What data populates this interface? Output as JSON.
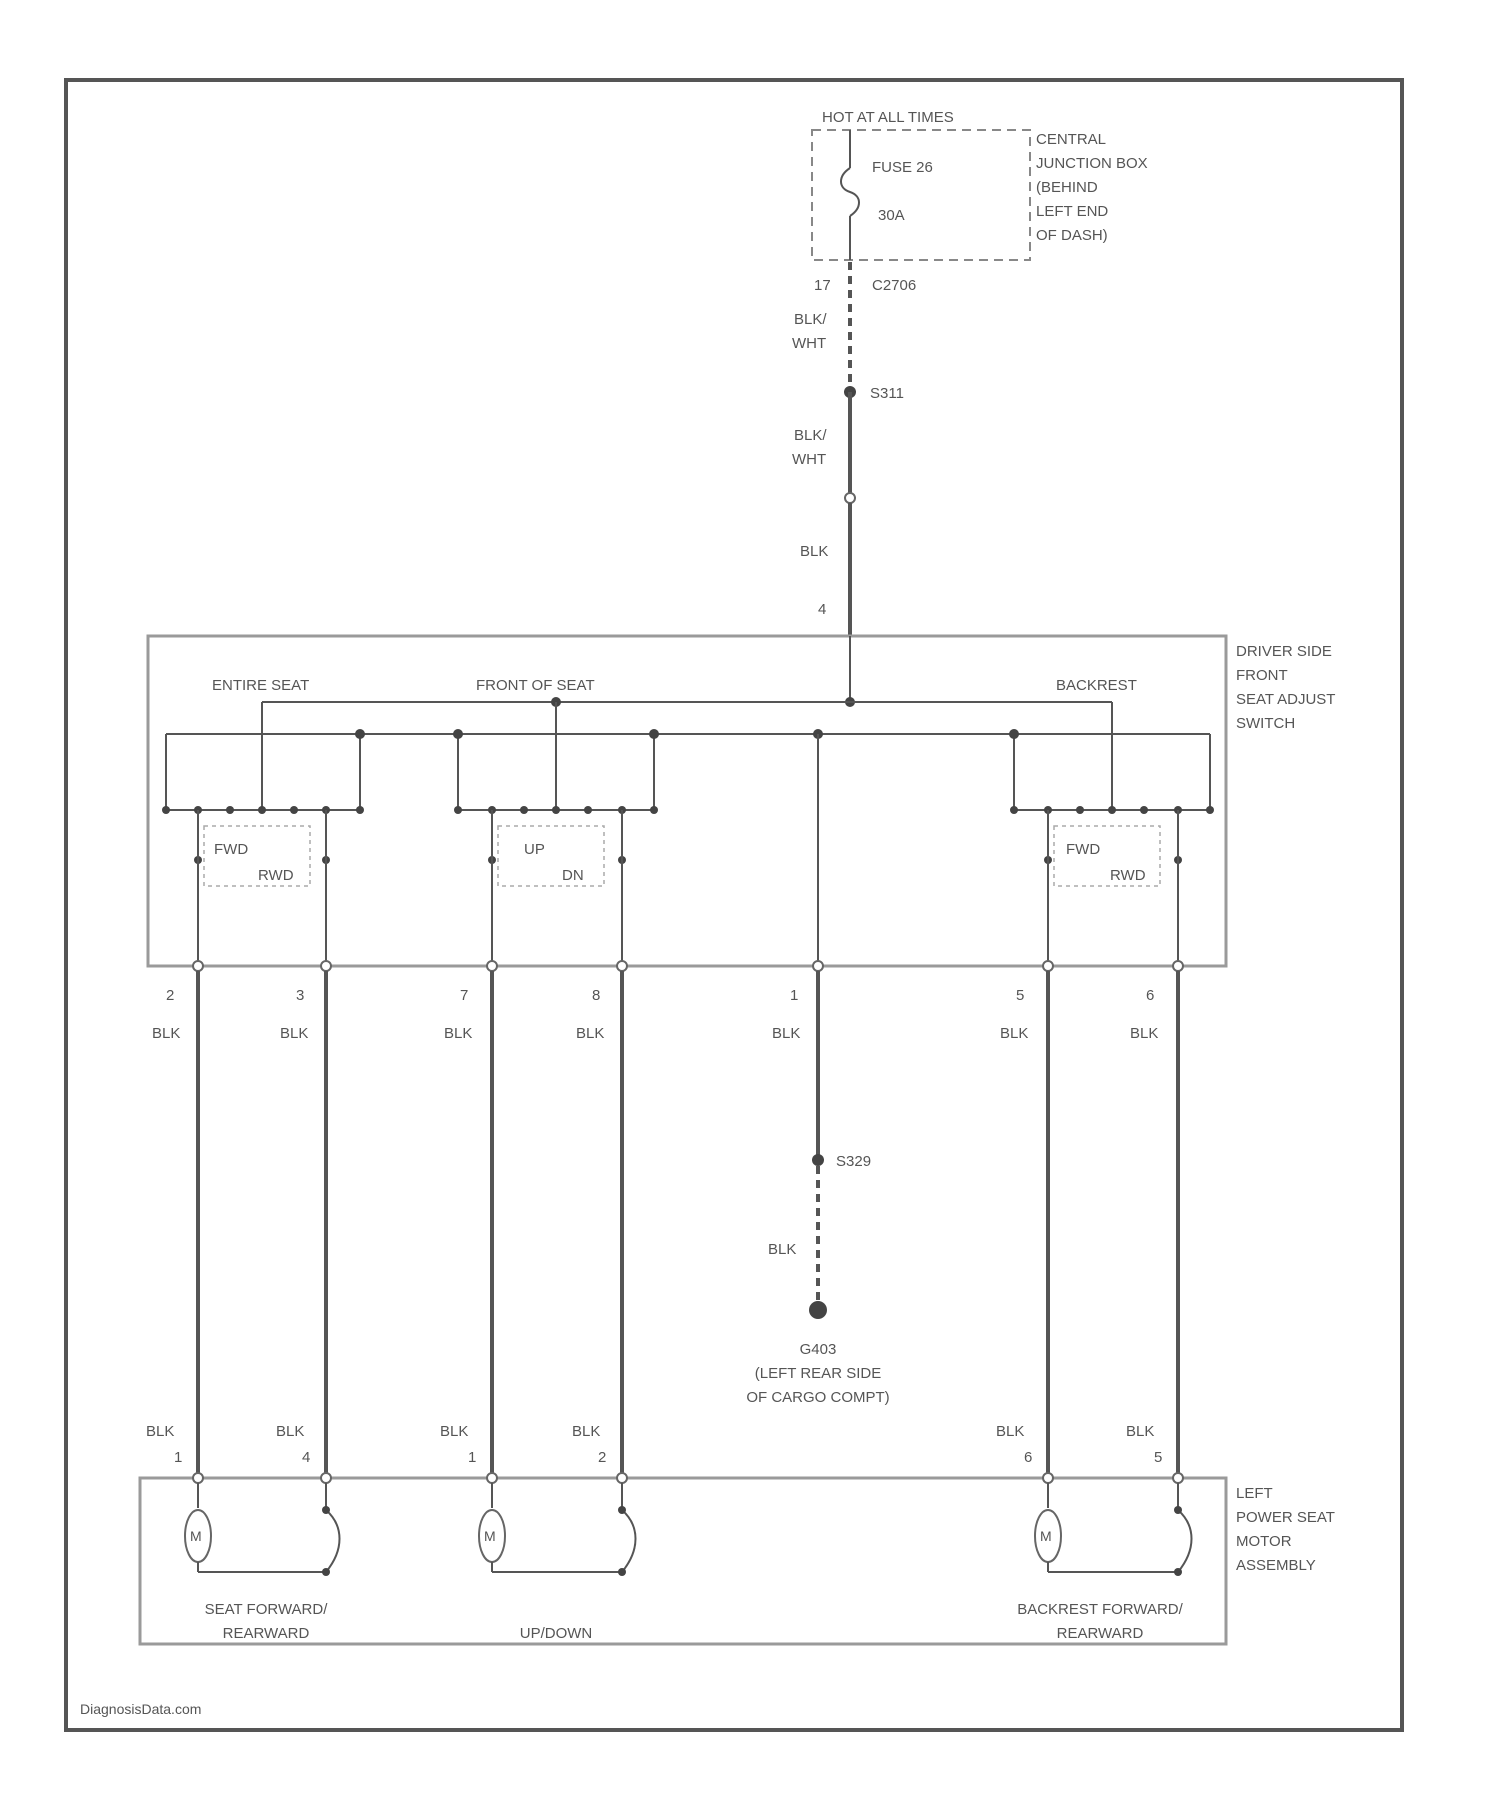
{
  "fuse_block": {
    "power_label": "HOT AT ALL TIMES",
    "fuse_name": "FUSE 26",
    "fuse_rating": "30A",
    "location": [
      "CENTRAL",
      "JUNCTION BOX",
      "(BEHIND",
      "LEFT END",
      "OF DASH)"
    ],
    "pin": "17",
    "connector": "C2706"
  },
  "feed_wires": {
    "seg1_color": [
      "BLK/",
      "WHT"
    ],
    "splice1": "S311",
    "seg2_color": [
      "BLK/",
      "WHT"
    ],
    "seg3_color": "BLK",
    "switch_pin": "4"
  },
  "switch": {
    "name": [
      "DRIVER SIDE",
      "FRONT",
      "SEAT ADJUST",
      "SWITCH"
    ],
    "sections": [
      "ENTIRE SEAT",
      "FRONT OF SEAT",
      "BACKREST"
    ],
    "entire_seat": {
      "upper": "FWD",
      "lower": "RWD"
    },
    "front_of_seat": {
      "upper": "UP",
      "lower": "DN"
    },
    "backrest": {
      "upper": "FWD",
      "lower": "RWD"
    }
  },
  "switch_pins": [
    {
      "pin": "2",
      "color": "BLK"
    },
    {
      "pin": "3",
      "color": "BLK"
    },
    {
      "pin": "7",
      "color": "BLK"
    },
    {
      "pin": "8",
      "color": "BLK"
    },
    {
      "pin": "1",
      "color": "BLK"
    },
    {
      "pin": "5",
      "color": "BLK"
    },
    {
      "pin": "6",
      "color": "BLK"
    }
  ],
  "ground": {
    "splice": "S329",
    "wire_color": "BLK",
    "name": "G403",
    "location": [
      "(LEFT REAR SIDE",
      "OF CARGO COMPT)"
    ]
  },
  "motor_pins": [
    {
      "pin": "1",
      "color": "BLK"
    },
    {
      "pin": "4",
      "color": "BLK"
    },
    {
      "pin": "1",
      "color": "BLK"
    },
    {
      "pin": "2",
      "color": "BLK"
    },
    {
      "pin": "6",
      "color": "BLK"
    },
    {
      "pin": "5",
      "color": "BLK"
    }
  ],
  "motor_assembly": {
    "name": [
      "LEFT",
      "POWER SEAT",
      "MOTOR",
      "ASSEMBLY"
    ],
    "motor_symbol": "M",
    "motors": [
      [
        "SEAT FORWARD/",
        "REARWARD"
      ],
      [
        "UP/DOWN"
      ],
      [
        "BACKREST FORWARD/",
        "REARWARD"
      ]
    ]
  },
  "footer": {
    "credit": "DiagnosisData.com"
  }
}
